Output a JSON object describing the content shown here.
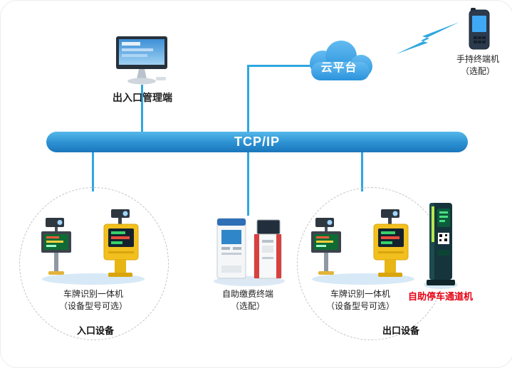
{
  "colors": {
    "connector": "#2EA7E0",
    "bar_gradient_top": "#55B8EA",
    "bar_gradient_bottom": "#1B76BB",
    "cloud_blue": "#3FA9F5",
    "highlight_red": "#E60012"
  },
  "nodes": {
    "bus_label": "TCP/IP",
    "management_label": "出入口管理端",
    "cloud_label": "云平台",
    "handheld_label_line1": "手持终端机",
    "handheld_label_line2": "（选配）"
  },
  "entry_group": {
    "device_line1": "车牌识别一体机",
    "device_line2": "（设备型号可选）",
    "group_label": "入口设备"
  },
  "payment_group": {
    "line1": "自助缴费终端",
    "line2": "（选配）"
  },
  "exit_group": {
    "device_line1": "车牌识别一体机",
    "device_line2": "（设备型号可选）",
    "channel_label": "自助停车通道机",
    "group_label": "出口设备"
  }
}
